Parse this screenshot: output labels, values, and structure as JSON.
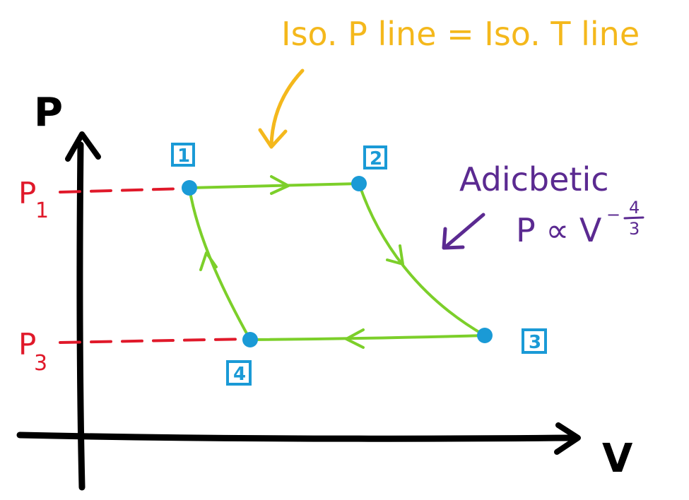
{
  "axes": {
    "x_label": "V",
    "y_label": "P"
  },
  "pressure_labels": {
    "p1": {
      "main": "P",
      "sub": "1"
    },
    "p3": {
      "main": "P",
      "sub": "3"
    }
  },
  "states": [
    {
      "id": "1",
      "label": "1"
    },
    {
      "id": "2",
      "label": "2"
    },
    {
      "id": "3",
      "label": "3"
    },
    {
      "id": "4",
      "label": "4"
    }
  ],
  "annotations": {
    "isobaric_note": "Iso. P line = Iso. T line",
    "adiabatic_title": "Adicbetic",
    "adiabatic_relation": "P ∝ V",
    "adiabatic_exponent_sign": "−",
    "adiabatic_exponent_num": "4",
    "adiabatic_exponent_den": "3"
  },
  "colors": {
    "axis": "#000000",
    "pressure_guides": "#e0192a",
    "cycle_path": "#7ccf2a",
    "state_points": "#1a9ad6",
    "isobar_annotation": "#f4b81c",
    "adiabat_annotation": "#5b2a91"
  }
}
